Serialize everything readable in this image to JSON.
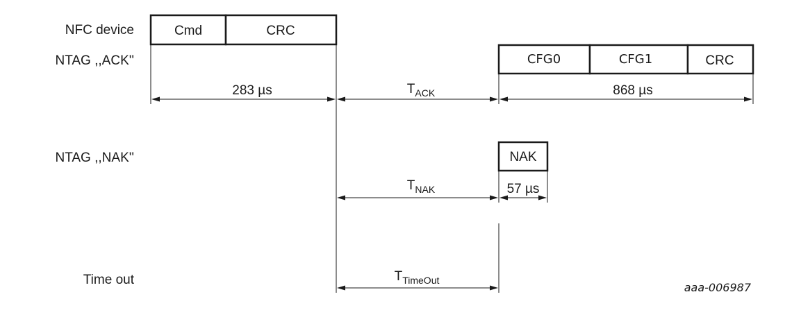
{
  "rows": {
    "nfc_device": "NFC device",
    "ntag_ack": "NTAG ,,ACK''",
    "ntag_nak": "NTAG ,,NAK''",
    "time_out": "Time out"
  },
  "boxes": {
    "cmd": "Cmd",
    "crc_cmd": "CRC",
    "cfg0": "CFG0",
    "cfg1": "CFG1",
    "crc_ack": "CRC",
    "nak": "NAK"
  },
  "durations": {
    "cmd_duration": "283 µs",
    "t_ack_main": "T",
    "t_ack_sub": "ACK",
    "ack_duration": "868 µs",
    "t_nak_main": "T",
    "t_nak_sub": "NAK",
    "nak_duration": "57 µs",
    "t_timeout_main": "T",
    "t_timeout_sub": "TimeOut"
  },
  "figure_id": "aaa-006987"
}
